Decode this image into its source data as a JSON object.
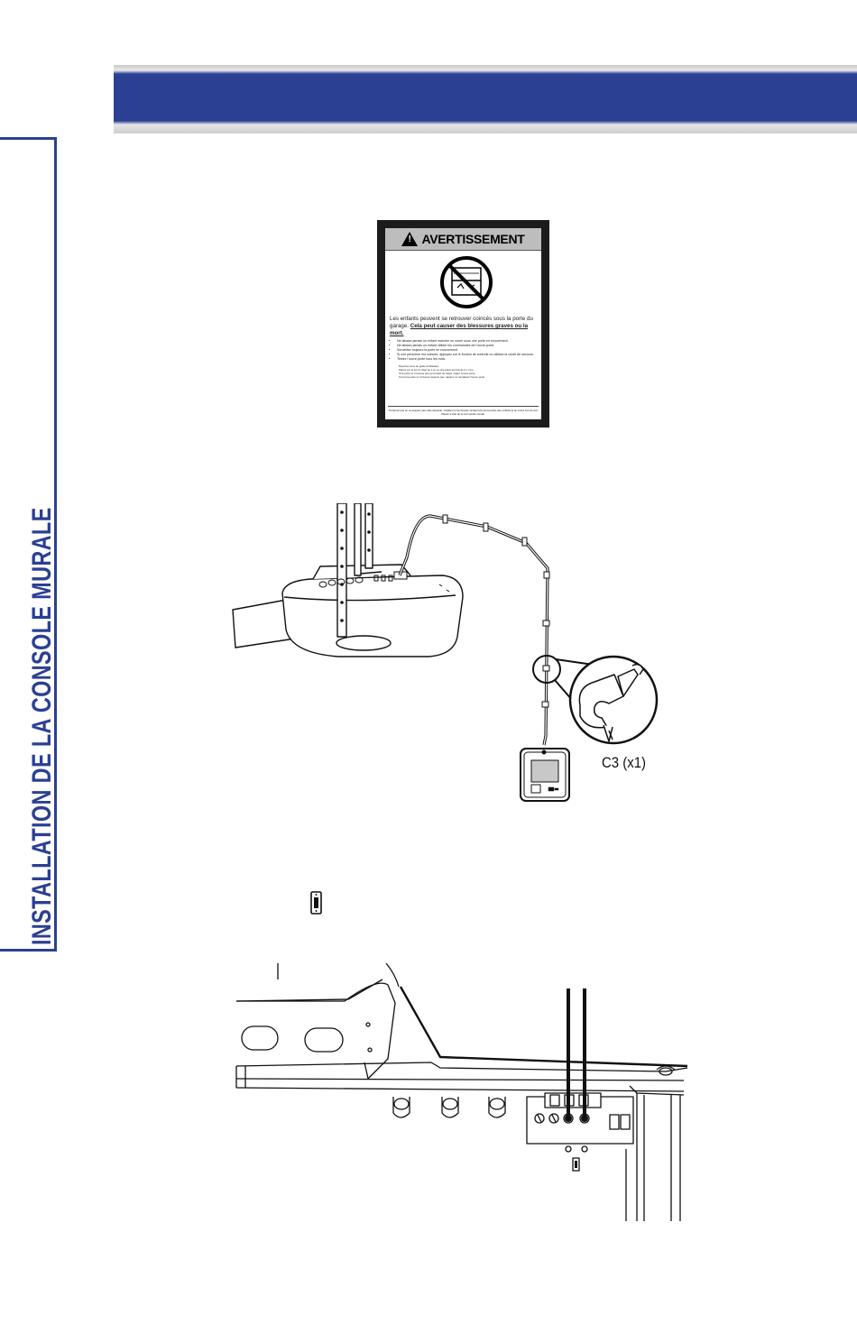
{
  "header": {
    "color": "#2b3f93"
  },
  "sidebar": {
    "title": "INSTALLATION DE LA CONSOLE MURALE"
  },
  "warning_label": {
    "heading": "AVERTISSEMENT",
    "lead_text": "Les enfants peuvent se retrouver coincés sous la porte du garage.",
    "lead_bold": "Cela peut causer des blessures graves ou la mort.",
    "bullets": [
      "Ne laissez jamais un enfant marcher ou courir sous une porte en mouvement.",
      "Ne laissez jamais un enfant utiliser les commandes de l'ouvre-porte.",
      "Surveillez toujours la porte en mouvement.",
      "Si une personne est coincée, appuyez sur le bouton de contrôle ou utilisez la corde de secours.",
      "Testez l'ouvre-porte tous les mois :"
    ],
    "sub_notes": [
      "Reportez-vous au guide d'utilisation.",
      "Placez sur le sol un objet de 1 po ou une pièce de bois de 2 x 4 po.",
      "Si la porte ne s'inverse pas au contact de l'objet, réglez l'ouvre-porte.",
      "Si l'ouvre-porte ne s'inverse toujours pas, réparez ou remplacez l'ouvre-porte."
    ],
    "footer": "N'enlevez pas ou ne peignez pas cette étiquette. Installez la commande murale hors de la portée des enfants (à au moins 5 pi du sol). Placez à côté de la commande murale."
  },
  "diagram1": {
    "part_label": "C3 (x1)"
  }
}
